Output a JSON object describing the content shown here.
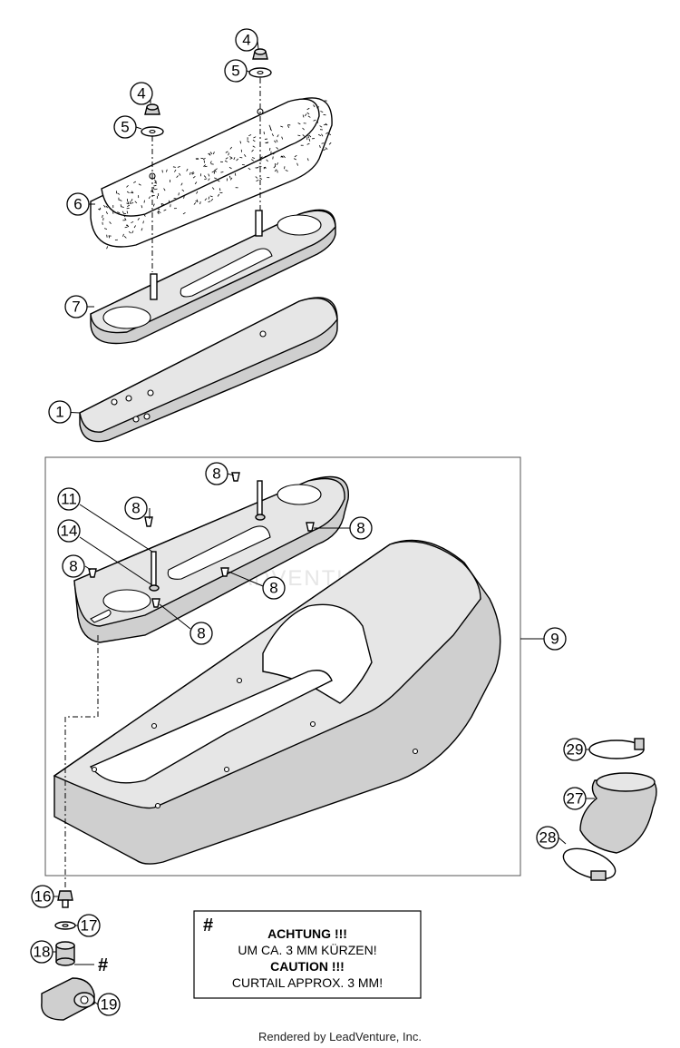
{
  "callouts": {
    "c4a": "4",
    "c5a": "5",
    "c4b": "4",
    "c5b": "5",
    "c6": "6",
    "c7": "7",
    "c1": "1",
    "c8a": "8",
    "c8b": "8",
    "c8c": "8",
    "c8d": "8",
    "c8e": "8",
    "c8f": "8",
    "c11": "11",
    "c14": "14",
    "c9": "9",
    "c29": "29",
    "c27": "27",
    "c28": "28",
    "c16": "16",
    "c17": "17",
    "c18": "18",
    "c19": "19"
  },
  "hash_mark": "#",
  "note": {
    "hash": "#",
    "line1": "ACHTUNG !!!",
    "line2": "UM CA. 3 MM KÜRZEN!",
    "line3": "CAUTION !!!",
    "line4": "CURTAIL APPROX. 3 MM!"
  },
  "watermark": "ADVENTURE",
  "footer": "Rendered by LeadVenture, Inc."
}
